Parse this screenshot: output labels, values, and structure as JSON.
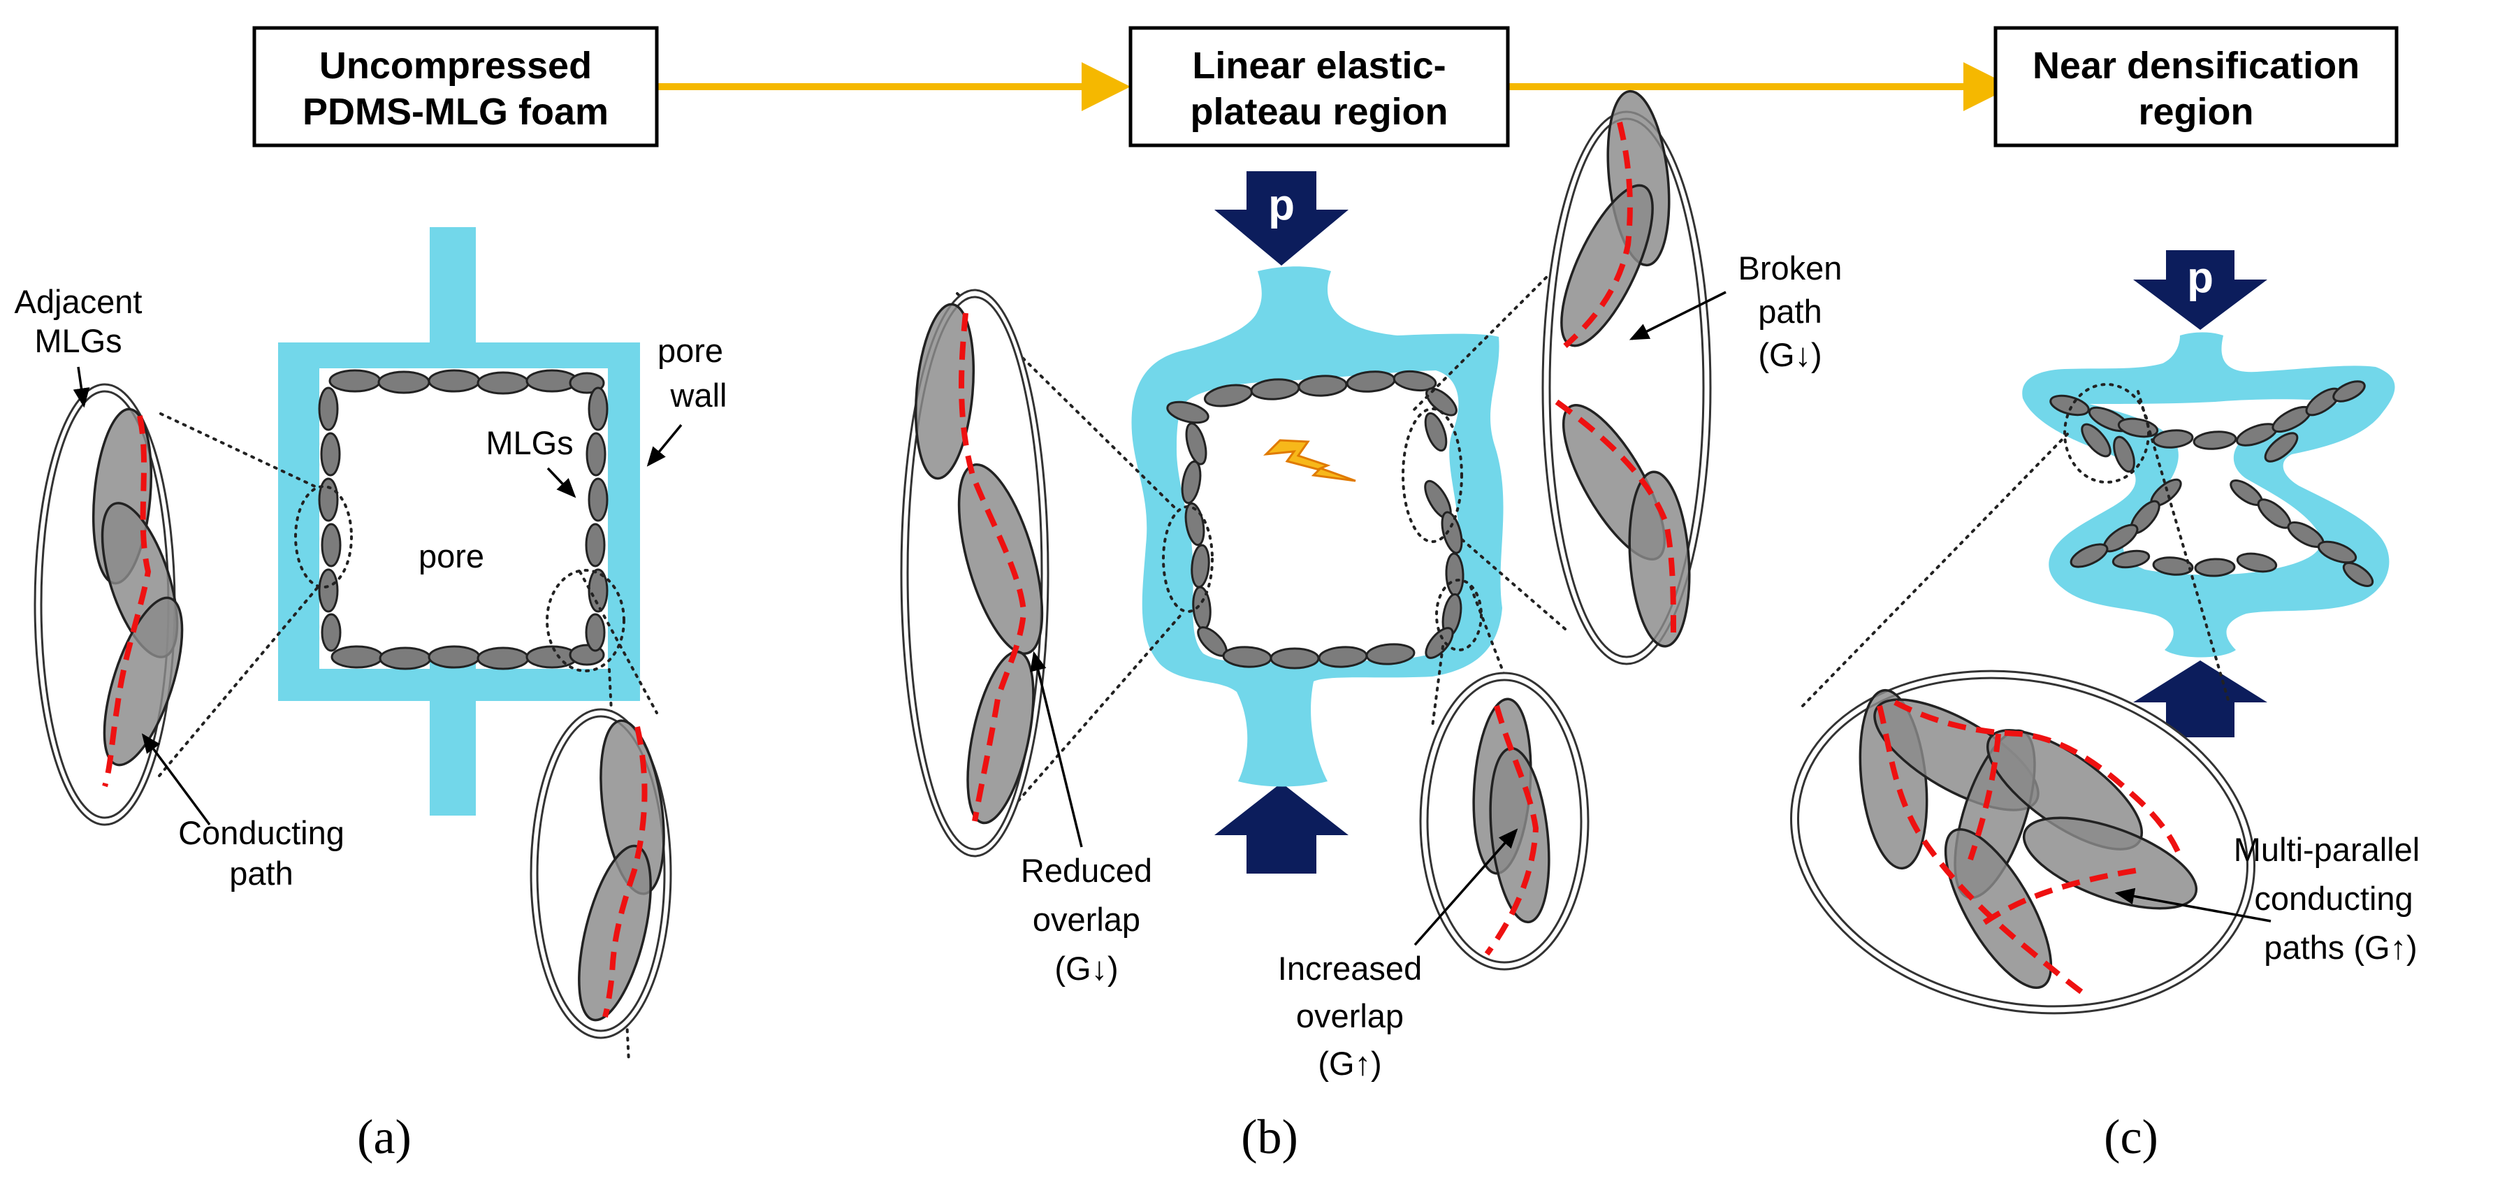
{
  "stages": [
    {
      "label_line1": "Uncompressed",
      "label_line2": "PDMS-MLG foam"
    },
    {
      "label_line1": "Linear elastic-",
      "label_line2": "plateau region"
    },
    {
      "label_line1": "Near densification",
      "label_line2": "region"
    }
  ],
  "panel_a": {
    "adjacent_line1": "Adjacent",
    "adjacent_line2": "MLGs",
    "pore_wall_line1": "pore",
    "pore_wall_line2": "wall",
    "mlgs": "MLGs",
    "pore": "pore",
    "conducting_line1": "Conducting",
    "conducting_line2": "path",
    "letter": "(a)"
  },
  "panel_b": {
    "pressure": "p",
    "broken_line1": "Broken",
    "broken_line2": "path",
    "broken_line3": "(G↓)",
    "reduced_line1": "Reduced",
    "reduced_line2": "overlap",
    "reduced_line3": "(G↓)",
    "increased_line1": "Increased",
    "increased_line2": "overlap",
    "increased_line3": "(G↑)",
    "letter": "(b)"
  },
  "panel_c": {
    "pressure": "p",
    "multi_line1": "Multi-parallel",
    "multi_line2": "conducting",
    "multi_line3": "paths (G↑)",
    "letter": "(c)"
  },
  "colors": {
    "pore_wall": "#72d7ea",
    "flow_arrow": "#f5b800",
    "pressure_arrow": "#0c1d5c",
    "conducting_path": "#ee1111",
    "mlg_flake": "#7c7c7c"
  }
}
